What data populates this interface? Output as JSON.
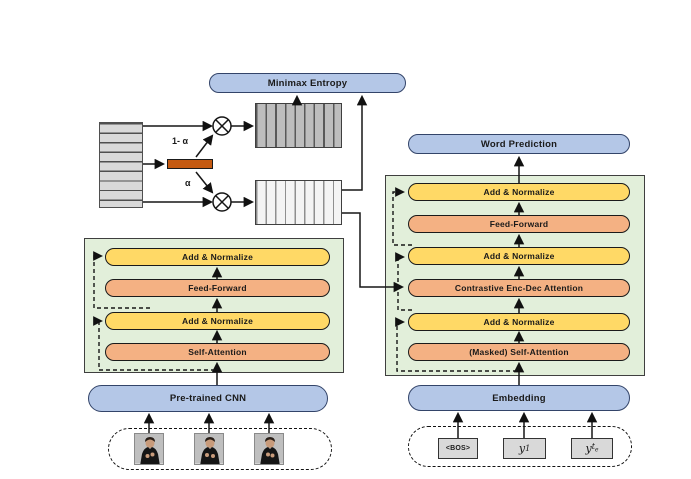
{
  "diagram_type": "sign-language-translation transformer architecture",
  "palette": {
    "blue_box": "#B4C7E7",
    "blue_border": "#334469",
    "yellow_box": "#FFD966",
    "orange_box": "#F4B183",
    "green_background": "#E2EFDA",
    "orange_mixer_bar": "#C55A11",
    "gray_feature_fill": "#D9D9D9",
    "dark_stripes": "#585858"
  },
  "minimax": {
    "label": "Minimax Entropy"
  },
  "mixer": {
    "one_minus_alpha": "1- α",
    "alpha": "α"
  },
  "encoder": {
    "cnn_label": "Pre-trained CNN",
    "layers": [
      {
        "label": "Add & Normalize",
        "type": "norm"
      },
      {
        "label": "Feed-Forward",
        "type": "ff"
      },
      {
        "label": "Add & Normalize",
        "type": "norm"
      },
      {
        "label": "Self-Attention",
        "type": "attn"
      }
    ]
  },
  "decoder": {
    "word_prediction_label": "Word Prediction",
    "embedding_label": "Embedding",
    "layers": [
      {
        "label": "Add & Normalize",
        "type": "norm"
      },
      {
        "label": "Feed-Forward",
        "type": "ff"
      },
      {
        "label": "Add & Normalize",
        "type": "norm"
      },
      {
        "label": "Contrastive Enc-Dec Attention",
        "type": "attn"
      },
      {
        "label": "Add & Normalize",
        "type": "norm"
      },
      {
        "label": "(Masked) Self-Attention",
        "type": "attn"
      }
    ]
  },
  "tokens": [
    {
      "label": "<BOS>"
    },
    {
      "base": "y",
      "sub": "1"
    },
    {
      "base": "y",
      "sub": "t",
      "subsub": "e"
    }
  ]
}
